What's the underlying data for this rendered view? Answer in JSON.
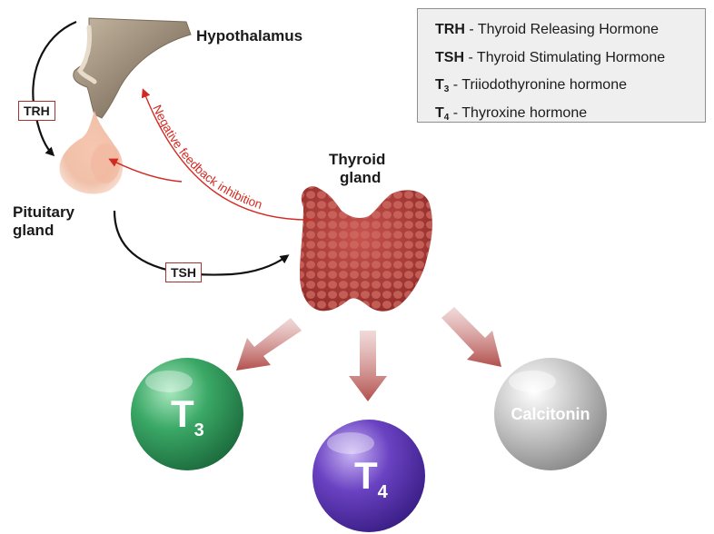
{
  "labels": {
    "hypothalamus": "Hypothalamus",
    "pituitary_line1": "Pituitary",
    "pituitary_line2": "gland",
    "thyroid_line1": "Thyroid",
    "thyroid_line2": "gland",
    "negative_feedback": "Negative feedback inhibition"
  },
  "tags": {
    "trh": "TRH",
    "tsh": "TSH"
  },
  "legend": [
    {
      "abbr": "TRH",
      "sub": "",
      "text": " - Thyroid Releasing Hormone"
    },
    {
      "abbr": "TSH",
      "sub": "",
      "text": " - Thyroid Stimulating Hormone"
    },
    {
      "abbr": "T",
      "sub": "3",
      "text": " - Triiodothyronine hormone"
    },
    {
      "abbr": "T",
      "sub": "4",
      "text": " - Thyroxine hormone"
    }
  ],
  "hormones": [
    {
      "main": "T",
      "sub": "3",
      "color": "#2f9a5a"
    },
    {
      "main": "T",
      "sub": "4",
      "color": "#5a35b0"
    },
    {
      "main": "Calcitonin",
      "sub": "",
      "color": "#b9b9b9"
    }
  ],
  "colors": {
    "feedback": "#d22a22",
    "tag_border": "#a3342f",
    "thyroid": "#b8403d"
  }
}
